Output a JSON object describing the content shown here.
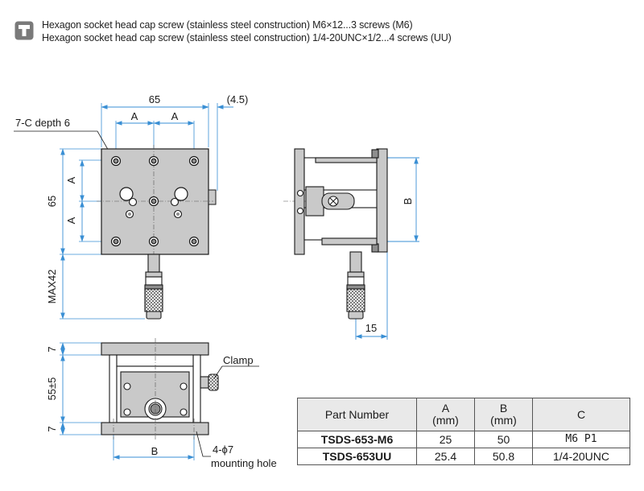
{
  "notes": {
    "line1": "Hexagon socket head cap screw (stainless steel construction) M6×12...3 screws (M6)",
    "line2": "Hexagon socket head cap screw (stainless steel construction) 1/4-20UNC×1/2...4 screws (UU)",
    "icon": "hex-screw-icon"
  },
  "top_view": {
    "dim_width": "65",
    "dim_offset": "(4.5)",
    "dim_a_left": "A",
    "dim_a_right": "A",
    "dim_height": "65",
    "dim_a_upper": "A",
    "dim_a_lower": "A",
    "dim_max": "MAX42",
    "callout_holes": "7-C depth 6"
  },
  "side_view": {
    "dim_b": "B",
    "dim_15": "15"
  },
  "front_view": {
    "dim_top_plate": "7",
    "dim_height": "55±5",
    "dim_base_plate": "7",
    "dim_b": "B",
    "callout_clamp": "Clamp",
    "callout_holes_line1": "4-ϕ7",
    "callout_holes_line2": "mounting hole"
  },
  "table": {
    "headers": [
      {
        "line1": "Part Number",
        "line2": ""
      },
      {
        "line1": "A",
        "line2": "(mm)"
      },
      {
        "line1": "B",
        "line2": "(mm)"
      },
      {
        "line1": "C",
        "line2": ""
      }
    ],
    "rows": [
      {
        "part": "TSDS-653-M6",
        "a": "25",
        "b": "50",
        "c": "M6 P1"
      },
      {
        "part": "TSDS-653UU",
        "a": "25.4",
        "b": "50.8",
        "c": "1/4-20UNC"
      }
    ]
  },
  "colors": {
    "dimension_line": "#3a8fd4",
    "part_outline": "#1a1a1a",
    "part_fill": "#c9c9c9",
    "part_dark": "#8e8e8e",
    "table_header_bg": "#e9e9e9"
  }
}
